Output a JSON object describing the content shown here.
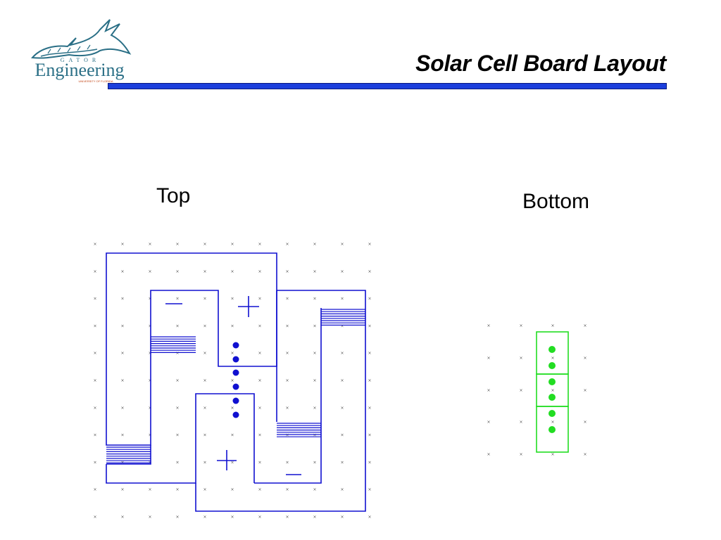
{
  "slide": {
    "title": "Solar Cell Board Layout"
  },
  "logo": {
    "wordmark": "Engineering",
    "subtitle": "GATOR",
    "tagline": "UNIVERSITY OF FLORIDA"
  },
  "panels": {
    "top_label": "Top",
    "bottom_label": "Bottom"
  },
  "colors": {
    "trace_top": "#1010d0",
    "trace_bottom": "#22dd22",
    "rule": "#1c3fdc",
    "grid_mark": "#555555"
  },
  "symbols": {
    "plus": "+",
    "minus": "–"
  }
}
